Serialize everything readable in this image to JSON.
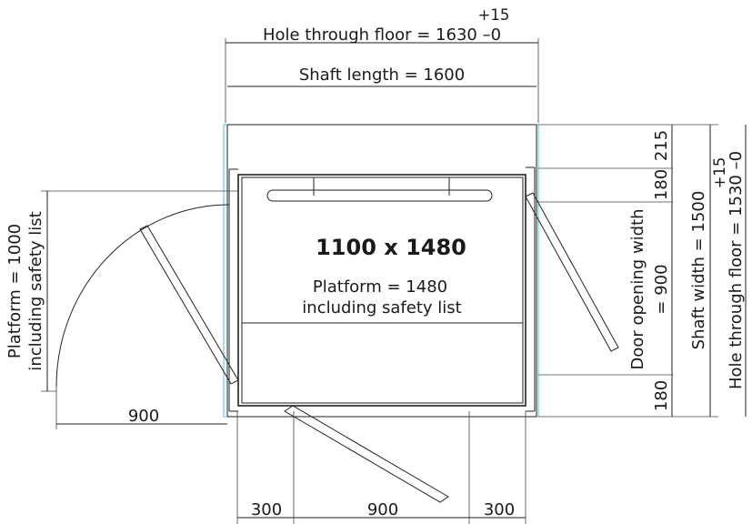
{
  "title": "1100 x 1480",
  "top": {
    "hole_tol_upper": "+15",
    "hole_label": "Hole through floor = 1630 –0",
    "shaft_length": "Shaft length = 1600"
  },
  "platform_center": {
    "line1": "Platform = 1480",
    "line2": "including safety list"
  },
  "left": {
    "platform_line1": "Platform = 1000",
    "platform_line2": "including safety list",
    "swing_width": "900"
  },
  "right": {
    "dim_215": "215",
    "dim_180_top": "180",
    "door_line1": "Door opening width",
    "door_line2": "= 900",
    "dim_180_bottom": "180",
    "shaft_width": "Shaft width = 1500",
    "hole_tol_upper": "+15",
    "hole_label": "Hole through floor = 1530 –0"
  },
  "bottom": {
    "left_offset": "300",
    "door_width": "900",
    "right_offset": "300"
  },
  "colors": {
    "line": "#222222",
    "shaft_outline": "#4cc4dd"
  }
}
